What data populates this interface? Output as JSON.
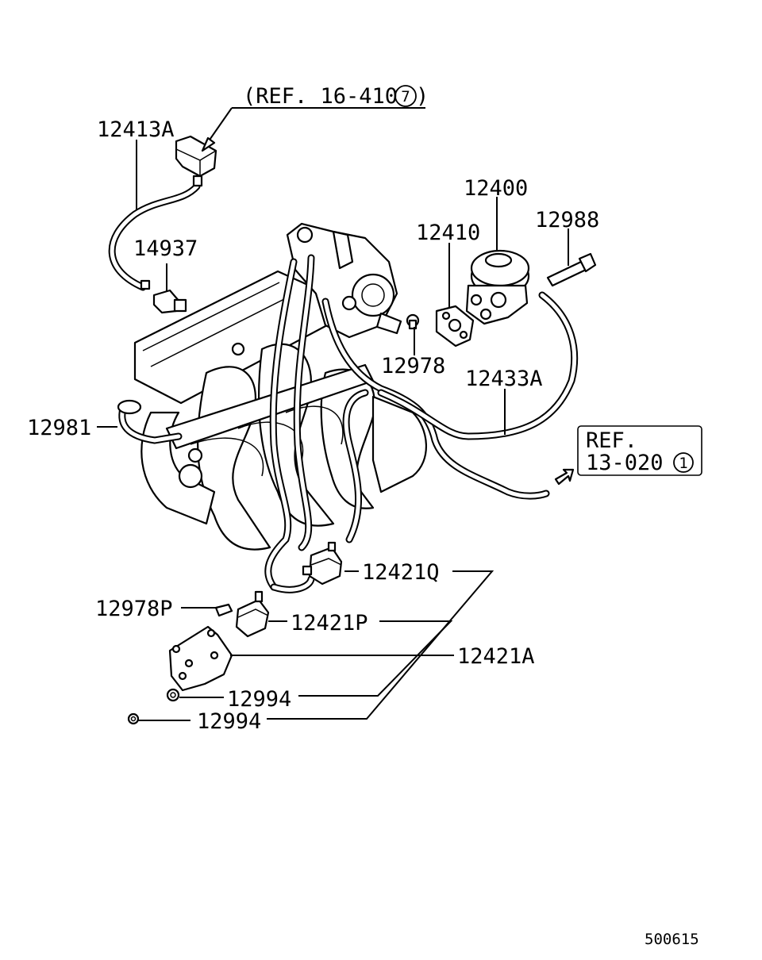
{
  "references": {
    "top": {
      "text": "(REF. 16-410",
      "circled": "7"
    },
    "right": {
      "line1": "REF.",
      "line2": "13-020",
      "circled": "1"
    }
  },
  "callouts": {
    "p12413A": "12413A",
    "p14937": "14937",
    "p12400": "12400",
    "p12410": "12410",
    "p12988": "12988",
    "p12978": "12978",
    "p12433A": "12433A",
    "p12981": "12981",
    "p12421Q": "12421Q",
    "p12978P": "12978P",
    "p12421P": "12421P",
    "p12421A": "12421A",
    "p12994a": "12994",
    "p12994b": "12994"
  },
  "footer": {
    "diagram_id": "500615"
  }
}
